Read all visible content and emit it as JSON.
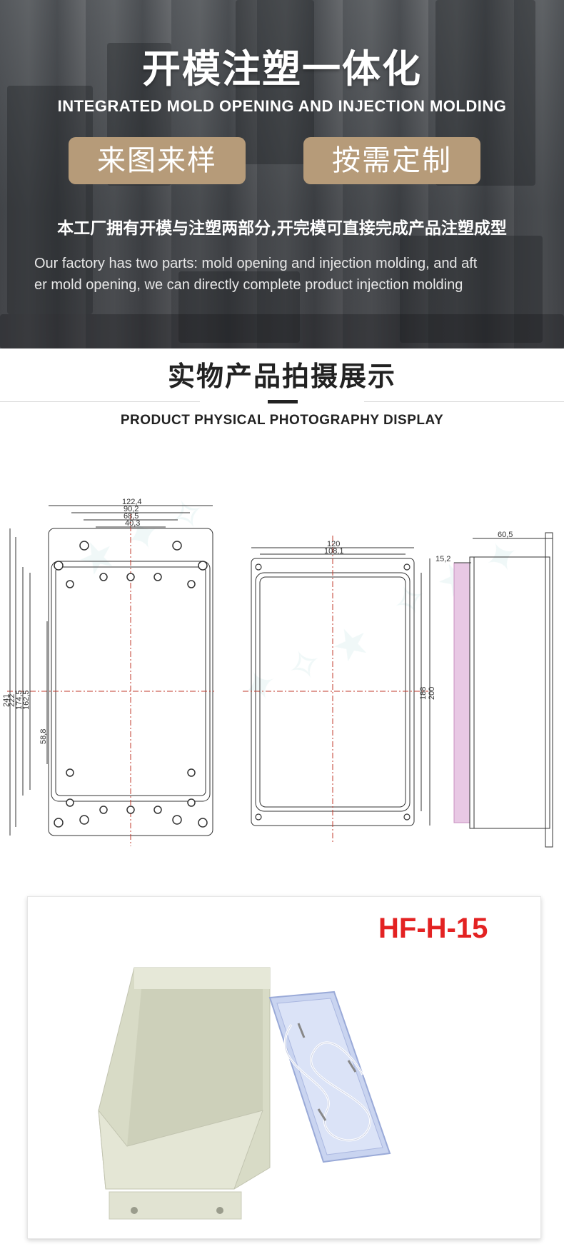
{
  "hero": {
    "title": "开模注塑一体化",
    "subtitle_en": "INTEGRATED MOLD OPENING AND INJECTION MOLDING",
    "pill_left": "来图来样",
    "pill_right": "按需定制",
    "desc_cn": "本工厂拥有开模与注塑两部分,开完模可直接完成产品注塑成型",
    "desc_en_line1": "Our factory has two parts: mold opening and injection molding, and aft",
    "desc_en_line2": "er mold opening, we can directly complete product injection molding"
  },
  "section": {
    "title_cn": "实物产品拍摄展示",
    "title_en": "PRODUCT PHYSICAL PHOTOGRAPHY DISPLAY"
  },
  "drawing": {
    "front_dims": [
      "122,4",
      "90,2",
      "68,5",
      "40,3"
    ],
    "front_vertical_dims": [
      "241",
      "222",
      "174,5",
      "162,5"
    ],
    "front_inner_dim": "58,8",
    "top_dims": [
      "120",
      "108,1"
    ],
    "top_vertical_dims": [
      "188",
      "200"
    ],
    "side_dims": [
      "60,5",
      "15,2"
    ]
  },
  "product": {
    "model": "HF-H-15"
  },
  "colors": {
    "pill_bg": "#b69b79",
    "model_red": "#e32222",
    "drawing_stroke": "#333333",
    "centerline": "#c0392b",
    "side_magenta": "#c88fc0"
  }
}
